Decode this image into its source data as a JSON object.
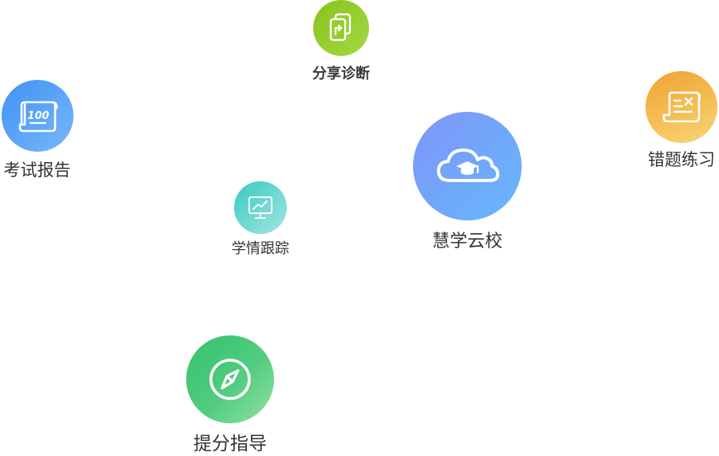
{
  "nodes": {
    "share": {
      "label": "分享诊断",
      "icon": "share-diagnosis-icon",
      "colors": [
        "#8fc81f",
        "#a6d83a"
      ]
    },
    "exam": {
      "label": "考试报告",
      "icon": "exam-report-icon",
      "colors": [
        "#4a98f6",
        "#74b5fb"
      ]
    },
    "wrong": {
      "label": "错题练习",
      "icon": "wrong-question-icon",
      "colors": [
        "#f2a43c",
        "#f7cf6b"
      ]
    },
    "cloud": {
      "label": "慧学云校",
      "icon": "cloud-school-icon",
      "colors": [
        "#7a9cf8",
        "#6bb3fb"
      ]
    },
    "track": {
      "label": "学情跟踪",
      "icon": "learning-track-icon",
      "colors": [
        "#3fcfc7",
        "#8de3de"
      ]
    },
    "guide": {
      "label": "提分指导",
      "icon": "compass-icon",
      "colors": [
        "#3bc775",
        "#8ce19e"
      ]
    }
  }
}
